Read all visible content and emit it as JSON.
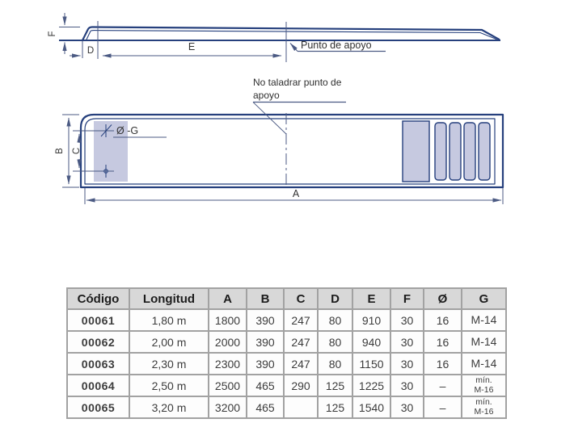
{
  "side_view": {
    "label_f": "F",
    "label_d": "D",
    "label_e": "E",
    "support_label": "Punto de apoyo"
  },
  "top_view": {
    "note_line1": "No taladrar punto de",
    "note_line2": "apoyo",
    "hole_label": "Ø -G",
    "label_b": "B",
    "label_c": "C",
    "label_a": "A"
  },
  "colors": {
    "line_navy": "#26407d",
    "dim_line": "#4b5a83",
    "fill_lavender": "#c6c9e0",
    "table_border": "#a2a2a2",
    "header_bg": "#d8d8d8"
  },
  "table": {
    "headers": [
      "Código",
      "Longitud",
      "A",
      "B",
      "C",
      "D",
      "E",
      "F",
      "Ø",
      "G"
    ],
    "rows": [
      {
        "codigo": "00061",
        "longitud": "1,80 m",
        "a": "1800",
        "b": "390",
        "c": "247",
        "d": "80",
        "e": "910",
        "f": "30",
        "diam": "16",
        "g": [
          "M-14"
        ]
      },
      {
        "codigo": "00062",
        "longitud": "2,00 m",
        "a": "2000",
        "b": "390",
        "c": "247",
        "d": "80",
        "e": "940",
        "f": "30",
        "diam": "16",
        "g": [
          "M-14"
        ]
      },
      {
        "codigo": "00063",
        "longitud": "2,30 m",
        "a": "2300",
        "b": "390",
        "c": "247",
        "d": "80",
        "e": "1150",
        "f": "30",
        "diam": "16",
        "g": [
          "M-14"
        ]
      },
      {
        "codigo": "00064",
        "longitud": "2,50 m",
        "a": "2500",
        "b": "465",
        "c": "290",
        "d": "125",
        "e": "1225",
        "f": "30",
        "diam": "–",
        "g": [
          "mín.",
          "M-16"
        ]
      },
      {
        "codigo": "00065",
        "longitud": "3,20 m",
        "a": "3200",
        "b": "465",
        "c": "",
        "d": "125",
        "e": "1540",
        "f": "30",
        "diam": "–",
        "g": [
          "mín.",
          "M-16"
        ]
      }
    ]
  }
}
